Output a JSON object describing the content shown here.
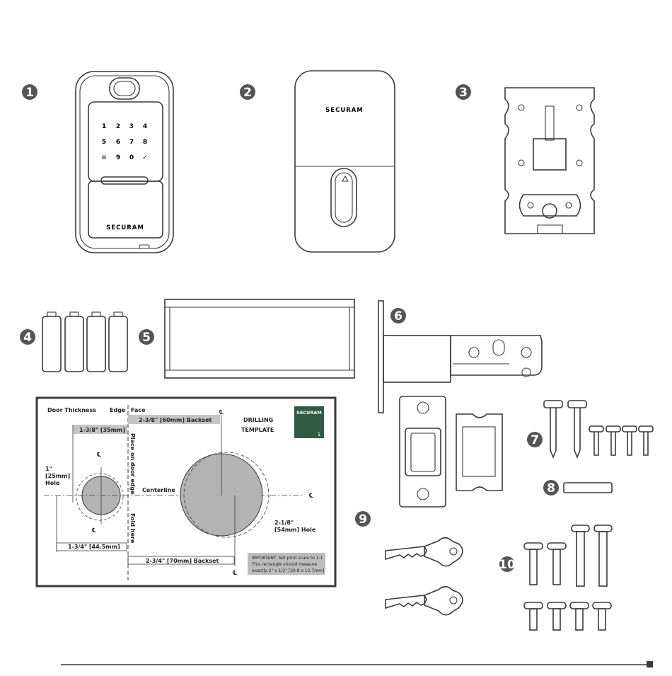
{
  "items": [
    {
      "number": "1"
    },
    {
      "number": "2"
    },
    {
      "number": "3"
    },
    {
      "number": "4"
    },
    {
      "number": "5"
    },
    {
      "number": "6"
    },
    {
      "number": "7"
    },
    {
      "number": "8"
    },
    {
      "number": "9"
    },
    {
      "number": "10"
    }
  ],
  "keypad": {
    "brand": "SECURAM",
    "keys": [
      "1",
      "2",
      "3",
      "4",
      "5",
      "6",
      "7",
      "8",
      "⚙",
      "9",
      "0",
      "✓"
    ]
  },
  "interior": {
    "brand": "SECURAM"
  },
  "template": {
    "door_thickness": "Door Thickness",
    "edge": "Edge",
    "face": "Face",
    "backset_60": "2-3/8\" [60mm] Backset",
    "thickness_35": "1-3/8\" [35mm]",
    "hole_25_a": "1\"",
    "hole_25_b": "[25mm]",
    "hole_25_c": "Hole",
    "place_edge": "Place on door edge",
    "fold_here": "Fold here",
    "centerline": "Centerline",
    "drilling_a": "DRILLING",
    "drilling_b": "TEMPLATE",
    "brand": "SECURAM",
    "page": "1",
    "hole_54_a": "2-1/8\"",
    "hole_54_b": "[54mm] Hole",
    "edge_44": "1-3/4\" [44.5mm]",
    "backset_70": "2-3/4\" [70mm] Backset",
    "important_a": "IMPORTANT: Set print scale to 1:1",
    "important_b": "This rectangle should measure",
    "important_c": "exactly 2\" x 1/2\" [50.8 x 12.7mm]",
    "cl": "℄"
  },
  "colors": {
    "line": "#3a3a3a",
    "badge": "#555555",
    "hole_fill": "#b3b3b3",
    "brand_green": "#2f5a44",
    "note_bg": "#bdbdbd"
  }
}
